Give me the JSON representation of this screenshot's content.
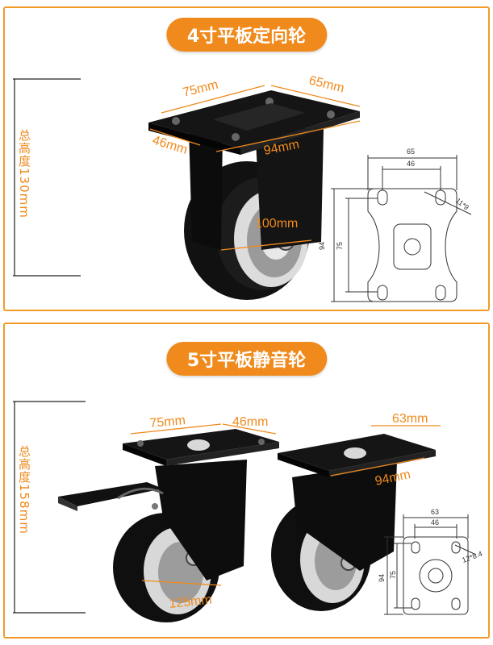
{
  "top": {
    "title": "4寸平板定向轮",
    "height_label": "总高度130mm",
    "dims": {
      "a": "75mm",
      "b": "65mm",
      "c": "46mm",
      "d": "94mm",
      "wheel": "100mm"
    },
    "drawing": {
      "w65": "65",
      "w46": "46",
      "hole": "11*9",
      "h94": "94",
      "h75": "75"
    }
  },
  "bottom": {
    "title": "5寸平板静音轮",
    "height_label": "总高度158mm",
    "dims": {
      "a": "75mm",
      "b": "46mm",
      "c": "63mm",
      "d": "94mm",
      "wheel": "125mm"
    },
    "drawing": {
      "w63": "63",
      "w46": "46",
      "hole": "12*8.4",
      "h94": "94",
      "h75": "75"
    }
  },
  "colors": {
    "accent": "#f08a1c",
    "border": "#f39a2a"
  }
}
